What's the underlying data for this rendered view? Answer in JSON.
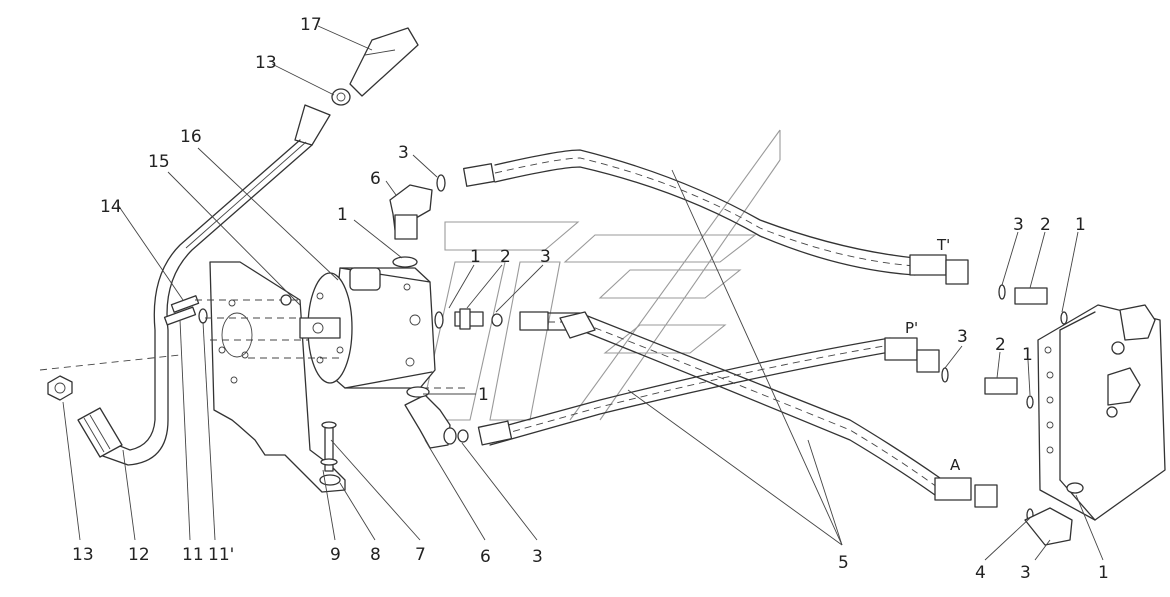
{
  "callouts": {
    "c17": "17",
    "c13_top": "13",
    "c16": "16",
    "c15": "15",
    "c14": "14",
    "c3_top": "3",
    "c6_top": "6",
    "c1_top": "1",
    "c1_mid": "1",
    "c2_mid": "2",
    "c3_mid": "3",
    "c1_low": "1",
    "c3_r1": "3",
    "c2_r1": "2",
    "c1_r1": "1",
    "c3_r2": "3",
    "c2_r2": "2",
    "c1_r2": "1",
    "port_T": "T'",
    "port_P": "P'",
    "port_A": "A"
  },
  "bottom_callouts": [
    "13",
    "12",
    "11",
    "11'",
    "9",
    "8",
    "7",
    "6",
    "3",
    "5",
    "4",
    "3",
    "1"
  ],
  "watermark_icon": "double-s-logo",
  "line_color": "#333333",
  "background_color": "#ffffff"
}
